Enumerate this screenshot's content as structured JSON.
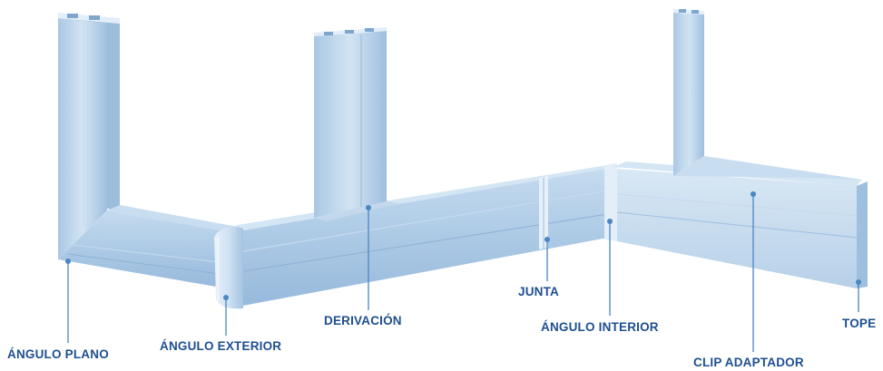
{
  "colors": {
    "label": "#1d4f8f",
    "leader": "#4a86c4",
    "trunking_light": "#d6e6f4",
    "trunking_mid": "#b3cde6",
    "trunking_dark": "#8fb3d7",
    "trunking_edge": "#6f98c4"
  },
  "labels": {
    "angulo_plano": "ÁNGULO PLANO",
    "angulo_exterior": "ÁNGULO EXTERIOR",
    "derivacion": "DERIVACIÓN",
    "junta": "JUNTA",
    "angulo_interior": "ÁNGULO INTERIOR",
    "clip_adaptador": "CLIP ADAPTADOR",
    "tope": "TOPE"
  }
}
